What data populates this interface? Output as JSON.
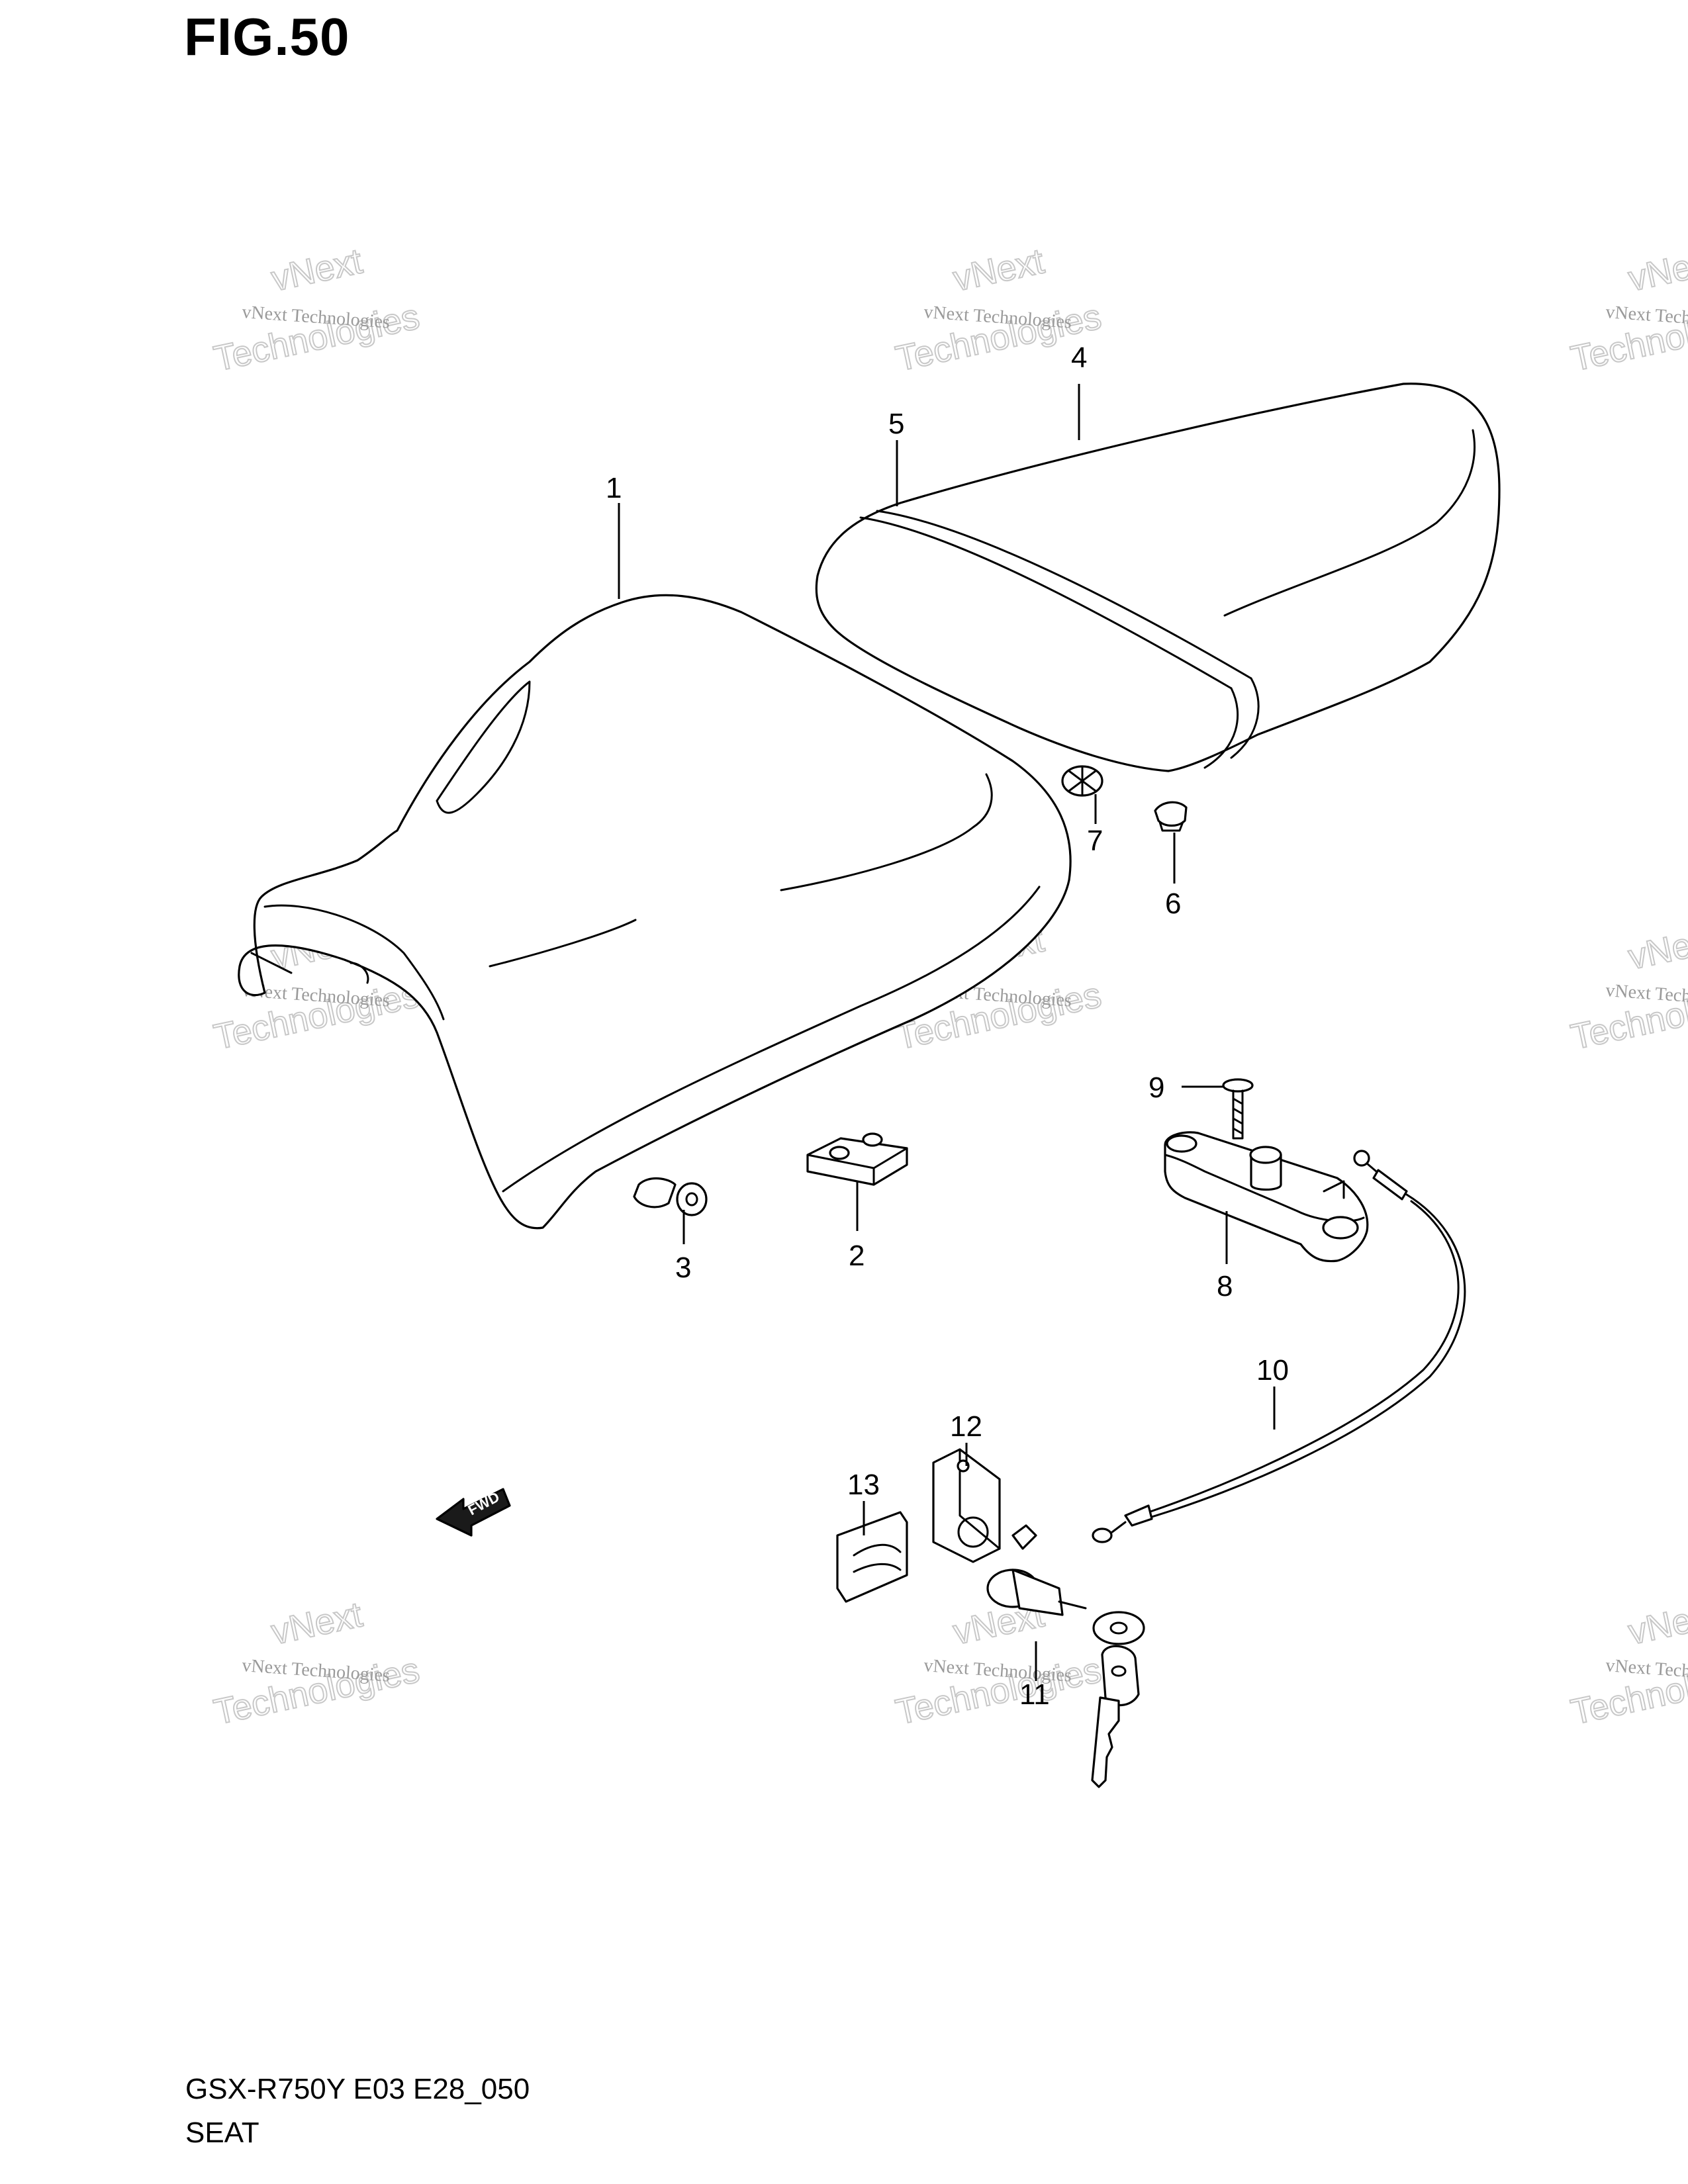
{
  "figure": {
    "title": "FIG.50",
    "model_code": "GSX-R750Y E03 E28_050",
    "section_name": "SEAT"
  },
  "callouts": [
    {
      "id": "1",
      "label": "1"
    },
    {
      "id": "2",
      "label": "2"
    },
    {
      "id": "3",
      "label": "3"
    },
    {
      "id": "4",
      "label": "4"
    },
    {
      "id": "5",
      "label": "5"
    },
    {
      "id": "6",
      "label": "6"
    },
    {
      "id": "7",
      "label": "7"
    },
    {
      "id": "8",
      "label": "8"
    },
    {
      "id": "9",
      "label": "9"
    },
    {
      "id": "10",
      "label": "10"
    },
    {
      "id": "11",
      "label": "11"
    },
    {
      "id": "12",
      "label": "12"
    },
    {
      "id": "13",
      "label": "13"
    }
  ],
  "fwd_arrow_label": "FWD",
  "watermark": {
    "small_text": "vNext Technologies",
    "big_line1": "vNext",
    "big_line2": "Technologies"
  }
}
